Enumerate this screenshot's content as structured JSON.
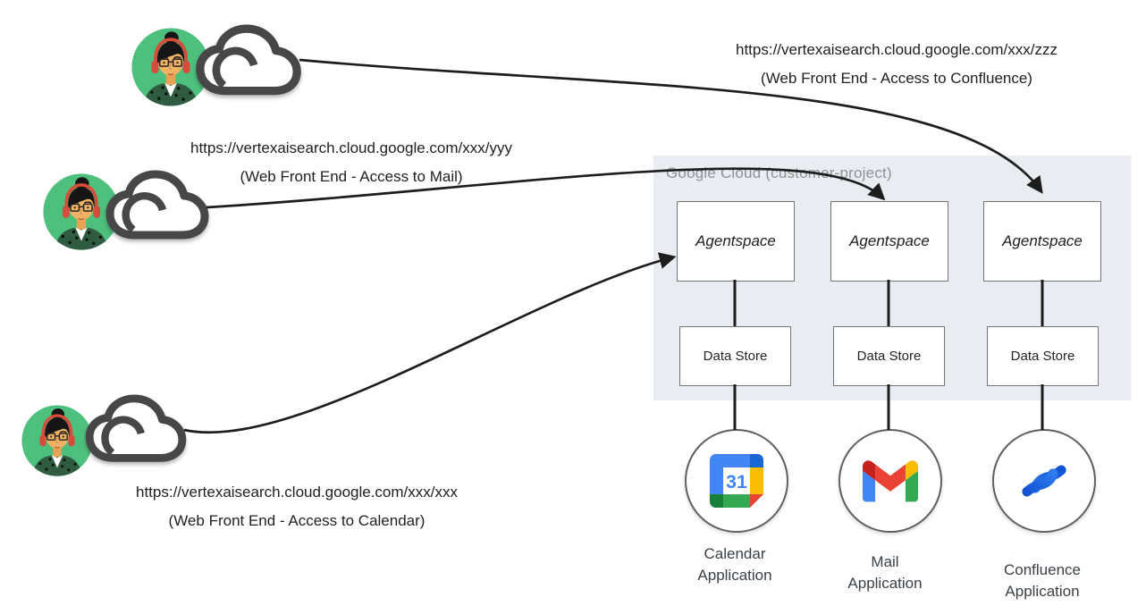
{
  "users": [
    {
      "url": "https://vertexaisearch.cloud.google.com/xxx/zzz",
      "caption": "(Web Front End - Access to Confluence)"
    },
    {
      "url": "https://vertexaisearch.cloud.google.com/xxx/yyy",
      "caption": "(Web Front End - Access to Mail)"
    },
    {
      "url": "https://vertexaisearch.cloud.google.com/xxx/xxx",
      "caption": "(Web Front End - Access to Calendar)"
    }
  ],
  "container": {
    "label": "Google Cloud (customer-project)"
  },
  "columns": [
    {
      "agent": "Agentspace",
      "datastore": "Data Store",
      "app": "Calendar\nApplication",
      "icon": "google-calendar",
      "calendar_day": "31"
    },
    {
      "agent": "Agentspace",
      "datastore": "Data Store",
      "app": "Mail\nApplication",
      "icon": "gmail"
    },
    {
      "agent": "Agentspace",
      "datastore": "Data Store",
      "app": "Confluence\nApplication",
      "icon": "confluence"
    }
  ],
  "colors": {
    "container_bg": "#e9edf1",
    "container_label": "#8d9297",
    "box_border": "#757575",
    "line": "#1d1d1d",
    "cloud_icon": "#474747",
    "avatar_green": "#4ec07d",
    "headphones_red": "#d74b3a",
    "calendar_blue": "#4285f4",
    "calendar_yellow": "#fbbc04",
    "calendar_green": "#34a853",
    "calendar_red": "#ea4335",
    "gmail_red": "#ea4335",
    "confluence_blue": "#2070f0"
  }
}
